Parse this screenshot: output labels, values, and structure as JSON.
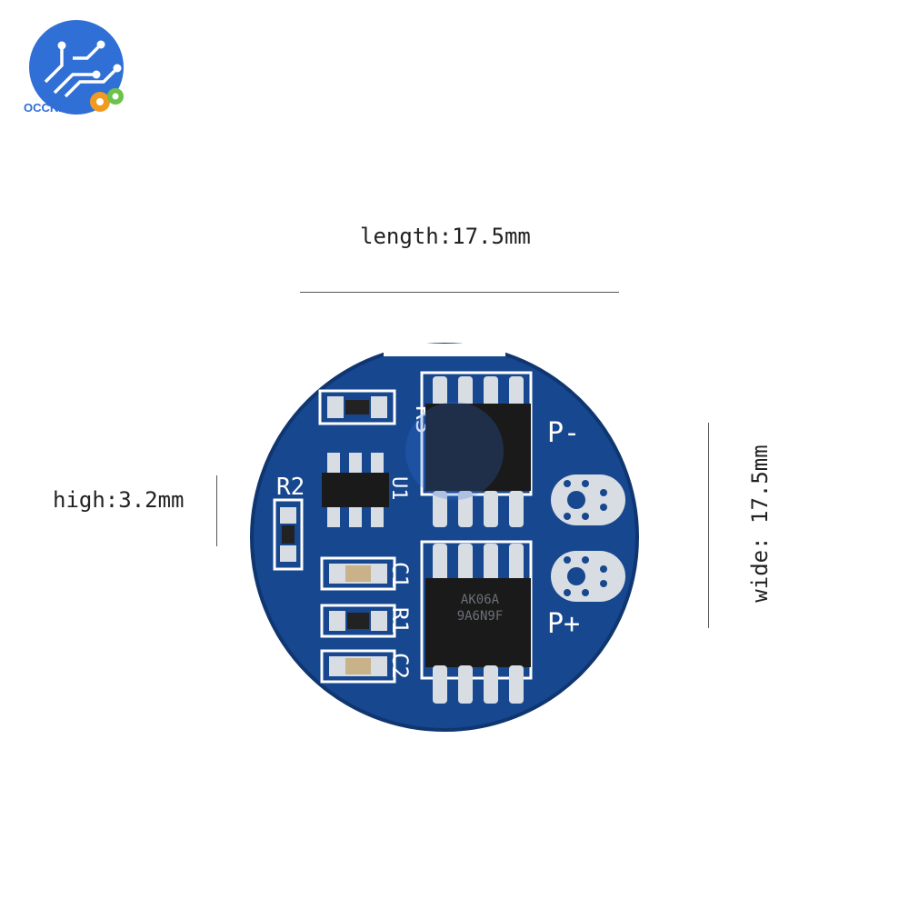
{
  "brand": {
    "name": "OCCKIC",
    "colors": {
      "logo_blue": "#2f6fd6",
      "logo_orange": "#f29a1f",
      "logo_green": "#6cc24a"
    }
  },
  "dimensions": {
    "length": "length:17.5mm",
    "high": "high:3.2mm",
    "wide": "wide: 17.5mm"
  },
  "board": {
    "colors": {
      "pcb": "#17478f",
      "pcb_edge": "#0f3670",
      "pad": "#d8dde3",
      "silkscreen": "#ffffff",
      "chip": "#1a1a1a"
    },
    "labels": {
      "r3": "R3",
      "r2": "R2",
      "u1": "U1",
      "c1": "C1",
      "r1": "R1",
      "c2": "C2",
      "p_minus": "P-",
      "p_plus": "P+"
    },
    "chip_marking": [
      "AK06A",
      "9A6N9F"
    ]
  }
}
